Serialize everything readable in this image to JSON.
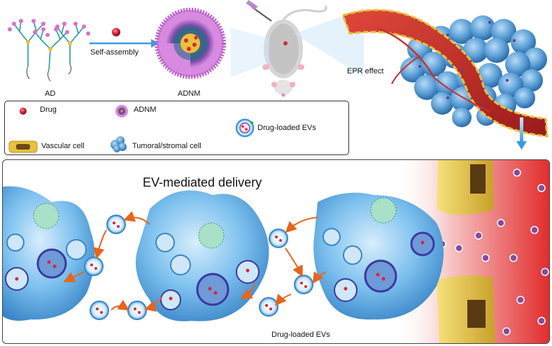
{
  "top": {
    "ad_label": "AD",
    "assembly_label": "Self-assembly",
    "adnm_label": "ADNM",
    "epr_label": "EPR effect"
  },
  "legend": {
    "drug": "Drug",
    "adnm": "ADNM",
    "vascular_cell": "Vascular cell",
    "tumoral_cell": "Tumoral/stromal cell",
    "drug_loaded_evs": "Drug-loaded EVs"
  },
  "bottom": {
    "title": "EV-mediated delivery",
    "caption": "Drug-loaded EVs"
  },
  "colors": {
    "arrow_blue": "#3a9be0",
    "arrow_orange": "#e8641c",
    "tumor_blue": "#5aa4dc",
    "drug_red": "#d9263a",
    "vessel_red": "#c9302c",
    "adnm_pink": "#d86fd0",
    "vascular_yellow": "#e8c23a"
  }
}
